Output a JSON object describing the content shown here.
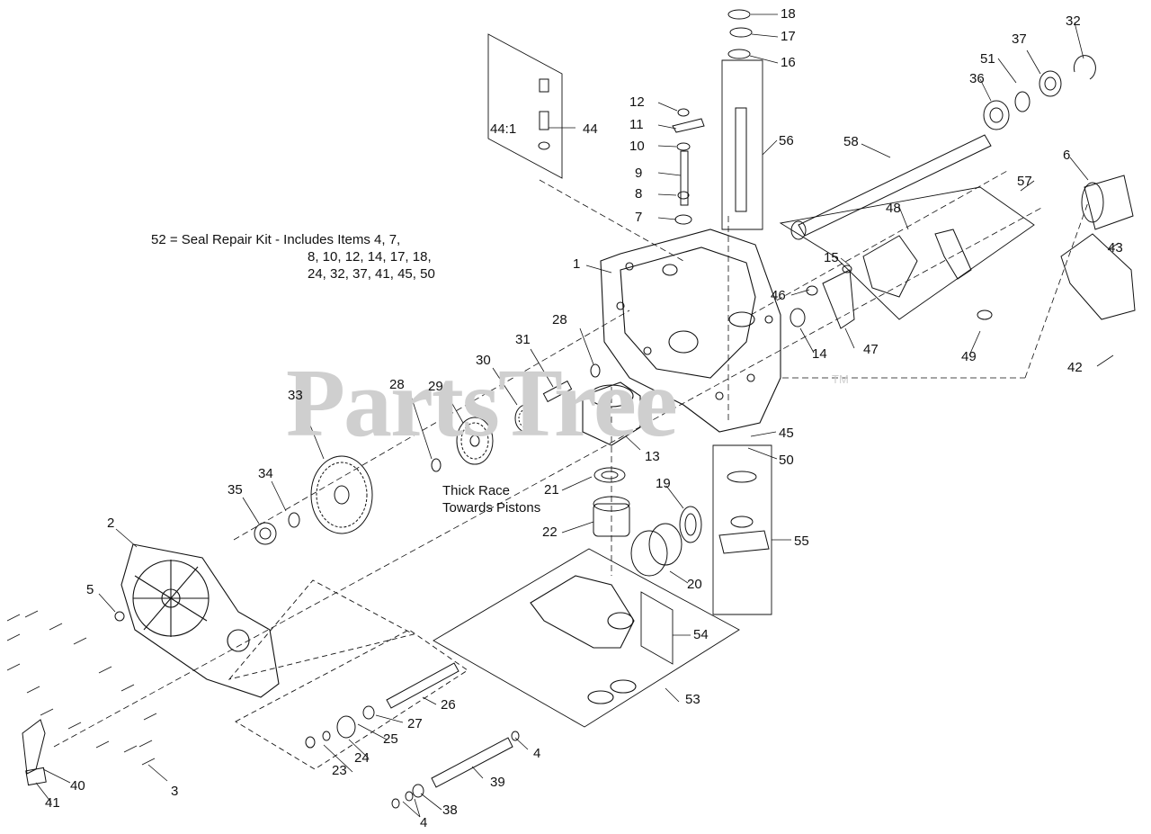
{
  "watermark": {
    "text": "PartsTree",
    "tm": "TM"
  },
  "notes": {
    "seal_kit_line1": "52 = Seal Repair Kit - Includes Items 4, 7,",
    "seal_kit_line2": "8, 10, 12, 14, 17, 18,",
    "seal_kit_line3": "24, 32, 37, 41, 45, 50",
    "thick_race_line1": "Thick Race",
    "thick_race_line2": "Towards Pistons"
  },
  "callouts": {
    "c1": "1",
    "c2": "2",
    "c3": "3",
    "c4a": "4",
    "c4b": "4",
    "c5": "5",
    "c6": "6",
    "c7": "7",
    "c8": "8",
    "c9": "9",
    "c10": "10",
    "c11": "11",
    "c12": "12",
    "c13": "13",
    "c14": "14",
    "c15": "15",
    "c16": "16",
    "c17": "17",
    "c18": "18",
    "c19": "19",
    "c20": "20",
    "c21": "21",
    "c22": "22",
    "c23": "23",
    "c24": "24",
    "c25": "25",
    "c26": "26",
    "c27": "27",
    "c28a": "28",
    "c28b": "28",
    "c29": "29",
    "c30": "30",
    "c31": "31",
    "c32": "32",
    "c33": "33",
    "c34": "34",
    "c35": "35",
    "c36": "36",
    "c37": "37",
    "c38": "38",
    "c39": "39",
    "c40": "40",
    "c41": "41",
    "c42": "42",
    "c43": "43",
    "c44": "44",
    "c44_1": "44:1",
    "c45": "45",
    "c46": "46",
    "c47": "47",
    "c48": "48",
    "c49": "49",
    "c50": "50",
    "c51": "51",
    "c53": "53",
    "c54": "54",
    "c55": "55",
    "c56": "56",
    "c57": "57",
    "c58": "58"
  },
  "colors": {
    "line": "#111111",
    "watermark": "#cfcfcf",
    "background": "#ffffff"
  }
}
